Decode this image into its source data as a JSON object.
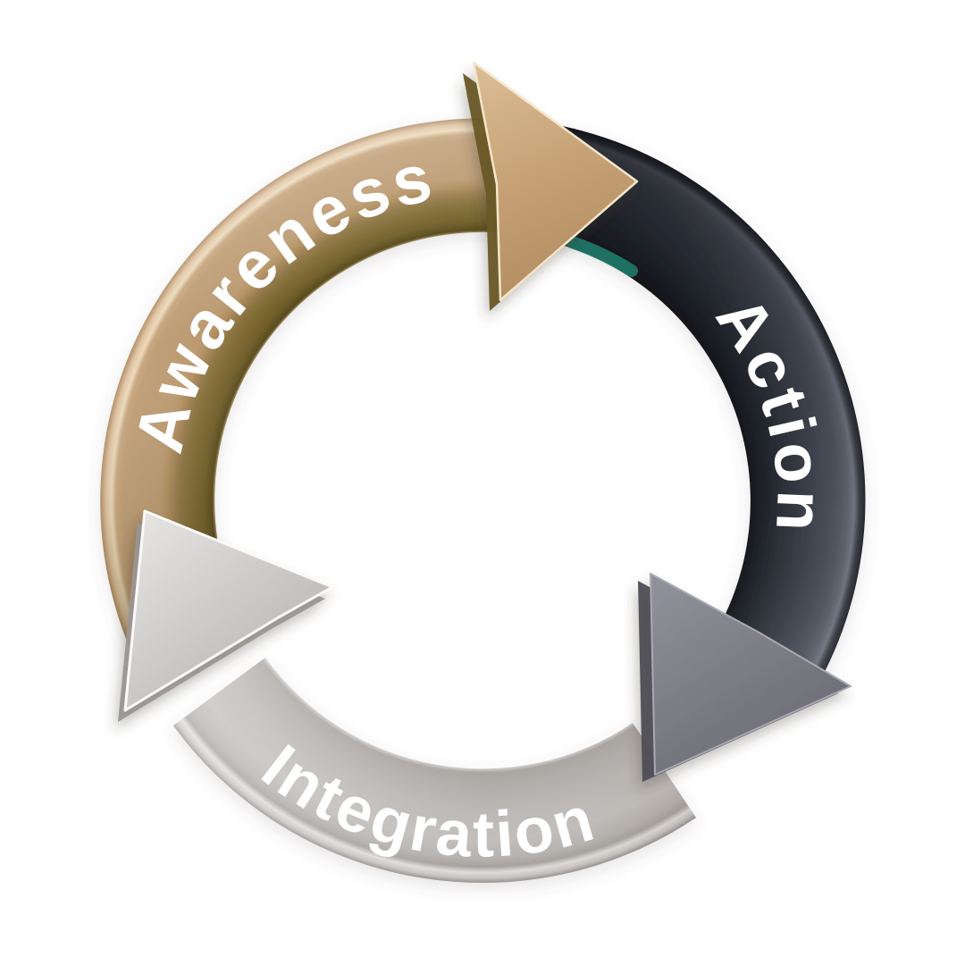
{
  "cycle": {
    "background": "#ffffff",
    "direction": "clockwise",
    "accent_color": "#1f7a6b",
    "steps": [
      {
        "label": "Awareness",
        "surface_color": "#bf9e75",
        "side_color": "#7b672e",
        "highlight_color": "#ecdabc",
        "label_color": "#ffffff"
      },
      {
        "label": "Action",
        "surface_color": "#42464f",
        "side_color": "#1a1d22",
        "highlight_color": "#70747f",
        "label_color": "#ffffff"
      },
      {
        "label": "Integration",
        "surface_color": "#b7b4b1",
        "side_color": "#a29e9a",
        "highlight_color": "#dddbd9",
        "label_color": "#ffffff"
      }
    ]
  }
}
